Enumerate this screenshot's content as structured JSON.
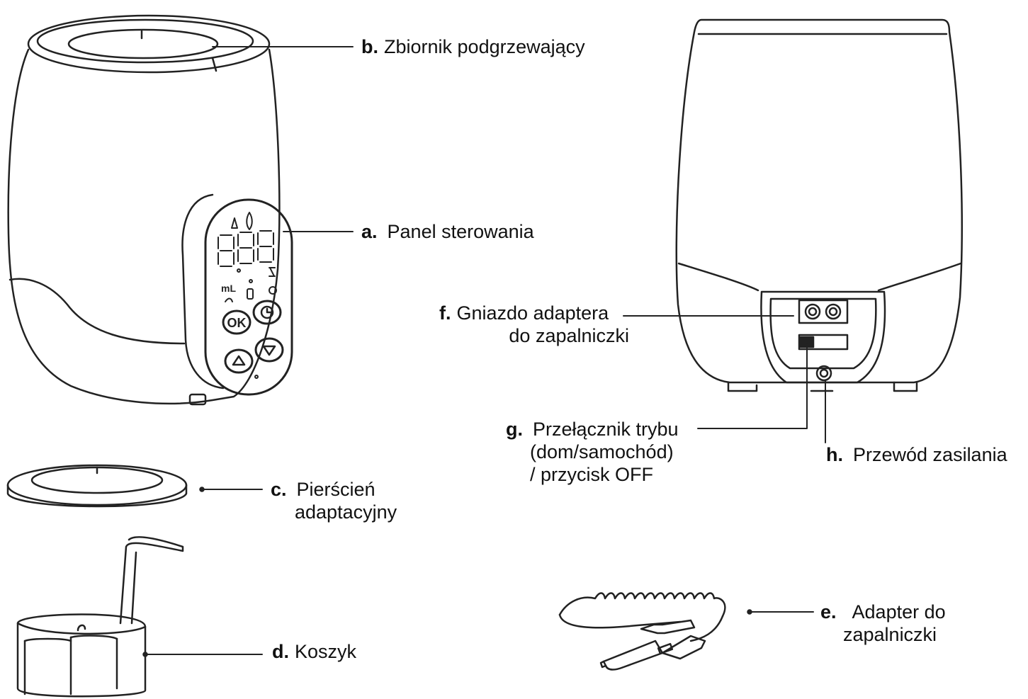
{
  "labels": {
    "b": {
      "letter": "b.",
      "text": "Zbiornik podgrzewający"
    },
    "a": {
      "letter": "a.",
      "text": "Panel sterowania"
    },
    "c": {
      "letter": "c.",
      "line1": "Pierścień",
      "line2": "adaptacyjny"
    },
    "d": {
      "letter": "d.",
      "text": "Koszyk"
    },
    "e": {
      "letter": "e.",
      "line1": "Adapter do",
      "line2": "zapalniczki"
    },
    "f": {
      "letter": "f.",
      "line1": "Gniazdo adaptera",
      "line2": "do zapalniczki"
    },
    "g": {
      "letter": "g.",
      "line1": "Przełącznik trybu",
      "line2": "(dom/samochód)",
      "line3": "/ przycisk OFF"
    },
    "h": {
      "letter": "h.",
      "text": "Przewód zasilania"
    }
  },
  "panel": {
    "display": "888",
    "unit": "mL",
    "ok": "OK"
  }
}
